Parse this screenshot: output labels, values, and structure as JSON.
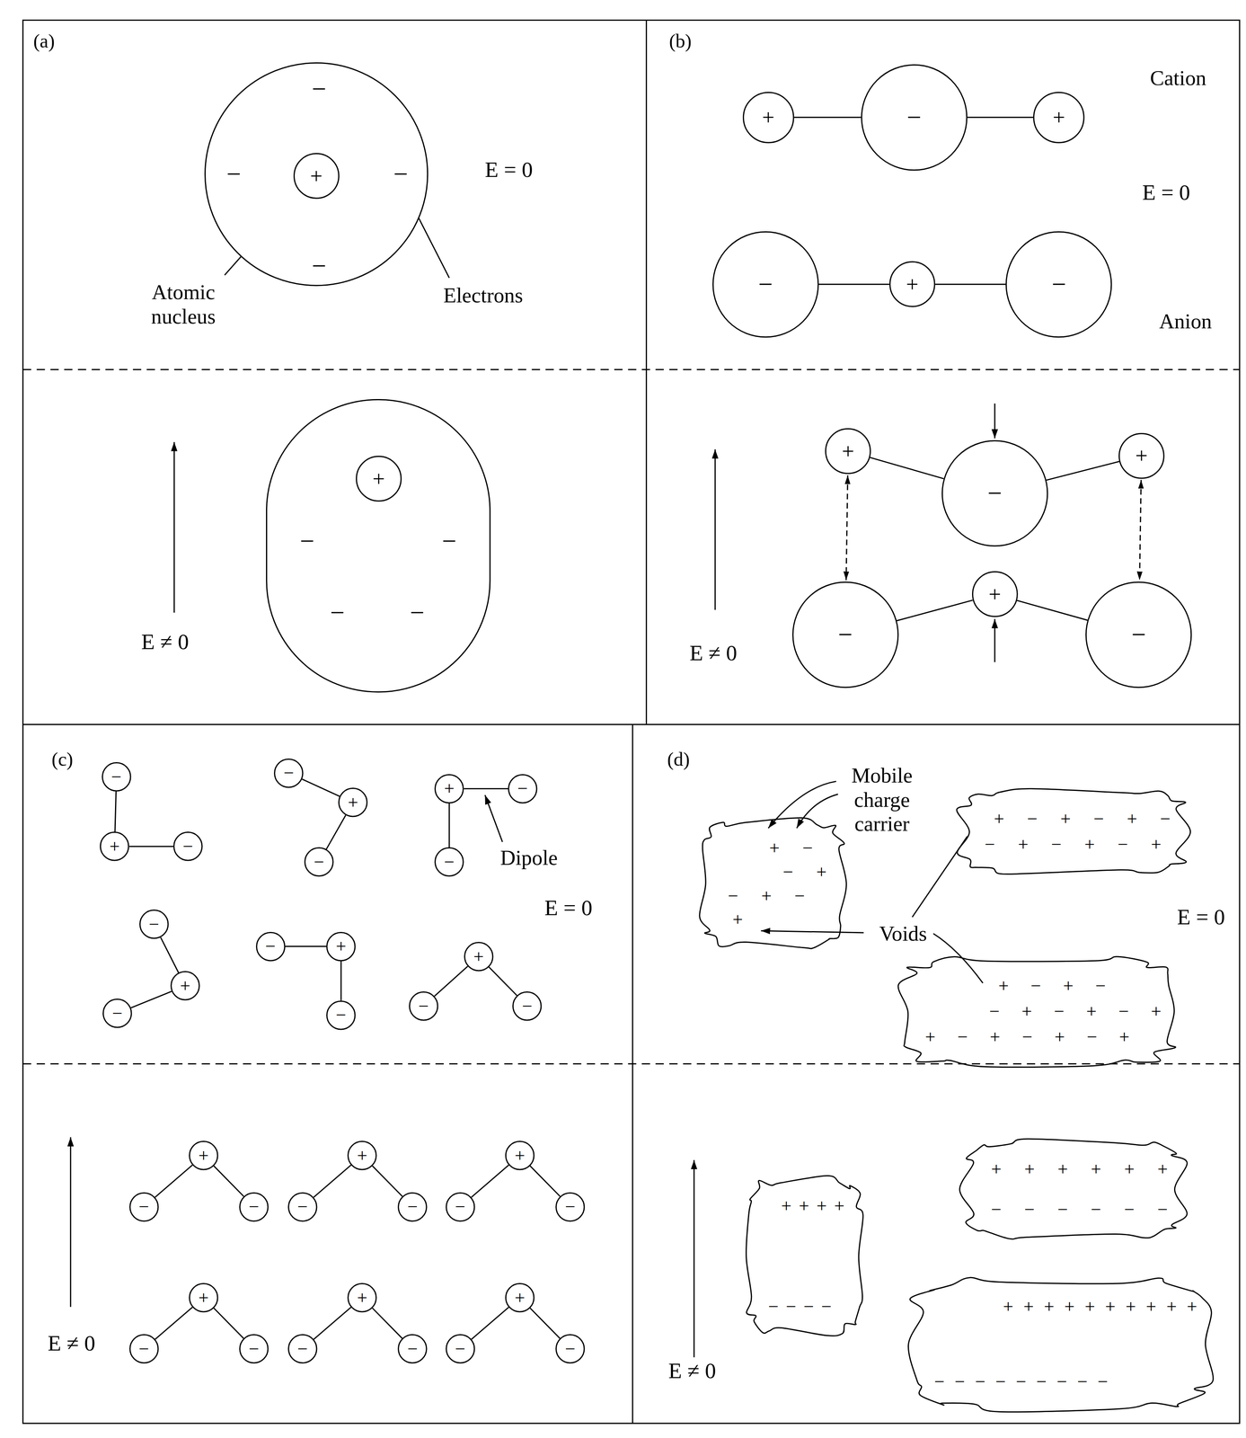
{
  "diagram": {
    "nodes": [
      {
        "text": [
          "−",
          "−",
          "−",
          "−"
        ]
      },
      {
        "text": [
          "+"
        ],
        "in": 0
      },
      {
        "text": [
          "−",
          "−",
          "−",
          "−"
        ]
      },
      {
        "text": [
          "+"
        ],
        "in": 2
      },
      {
        "text": [
          "+"
        ]
      },
      {
        "text": [
          "−"
        ]
      },
      {
        "text": [
          "+"
        ]
      },
      {
        "text": [
          "−"
        ]
      },
      {
        "text": [
          "+"
        ]
      },
      {
        "text": [
          "−"
        ]
      },
      {
        "text": [
          "+"
        ]
      },
      {
        "text": [
          "−"
        ]
      },
      {
        "text": [
          "+"
        ]
      },
      {
        "text": [
          "−"
        ]
      },
      {
        "text": [
          "+"
        ]
      },
      {
        "text": [
          "−"
        ]
      },
      {
        "text": [
          "−"
        ]
      },
      {
        "text": [
          "+"
        ]
      },
      {
        "text": [
          "−"
        ]
      },
      {
        "text": [
          "−"
        ]
      },
      {
        "text": [
          "+"
        ]
      },
      {
        "text": [
          "−"
        ]
      },
      {
        "text": [
          "+"
        ]
      },
      {
        "text": [
          "−"
        ]
      },
      {
        "text": [
          "−"
        ]
      },
      {
        "text": [
          "−"
        ]
      },
      {
        "text": [
          "+"
        ]
      },
      {
        "text": [
          "−"
        ]
      },
      {
        "text": [
          "−"
        ]
      },
      {
        "text": [
          "+"
        ]
      },
      {
        "text": [
          "−"
        ]
      },
      {
        "text": [
          "+"
        ]
      },
      {
        "text": [
          "−"
        ]
      },
      {
        "text": [
          "−"
        ]
      },
      {
        "text": [
          "+"
        ]
      },
      {
        "text": [
          "−"
        ]
      },
      {
        "text": [
          "−"
        ]
      },
      {
        "text": [
          "+"
        ]
      },
      {
        "text": [
          "−"
        ]
      },
      {
        "text": [
          "−"
        ]
      },
      {
        "text": [
          "+"
        ]
      },
      {
        "text": [
          "−"
        ]
      },
      {
        "text": [
          "−"
        ]
      },
      {
        "text": [
          "+"
        ]
      },
      {
        "text": [
          "−"
        ]
      },
      {
        "text": [
          "−"
        ]
      },
      {
        "text": [
          "+"
        ]
      },
      {
        "text": [
          "−"
        ]
      },
      {
        "text": [
          "−"
        ]
      },
      {
        "text": [
          "+"
        ]
      },
      {
        "text": [
          "−"
        ]
      },
      {
        "text": [
          "−"
        ]
      },
      {
        "text": [
          "+ −",
          "− +",
          "− + −",
          "+"
        ]
      },
      {
        "text": [
          "+ − + − + −",
          "− + − + − +"
        ]
      },
      {
        "text": [
          "+ − + −",
          "− + − + − +",
          "+ − + − + − +"
        ]
      },
      {
        "text": [
          "+ + + +",
          "− − − −"
        ]
      },
      {
        "text": [
          "+ + + + + +",
          "− − − − − −"
        ]
      },
      {
        "text": [
          "+ + + + + + + + + +",
          "− − − − − − − − −"
        ]
      }
    ],
    "edges": [
      {
        "from": 4,
        "to": 5,
        "arrow": "none"
      },
      {
        "from": 5,
        "to": 6,
        "arrow": "none"
      },
      {
        "from": 7,
        "to": 8,
        "arrow": "none"
      },
      {
        "from": 8,
        "to": 9,
        "arrow": "none"
      },
      {
        "from": 10,
        "to": 11,
        "arrow": "none"
      },
      {
        "from": 11,
        "to": 12,
        "arrow": "none"
      },
      {
        "from": 13,
        "to": 14,
        "arrow": "none"
      },
      {
        "from": 14,
        "to": 15,
        "arrow": "none"
      },
      {
        "from": 10,
        "to": 13,
        "arrow": "both"
      },
      {
        "from": 12,
        "to": 15,
        "arrow": "both"
      },
      {
        "from": 17,
        "to": 16,
        "arrow": "none"
      },
      {
        "from": 17,
        "to": 18,
        "arrow": "none"
      },
      {
        "from": 20,
        "to": 19,
        "arrow": "none"
      },
      {
        "from": 20,
        "to": 21,
        "arrow": "none"
      },
      {
        "from": 22,
        "to": 23,
        "arrow": "none"
      },
      {
        "from": 22,
        "to": 24,
        "arrow": "none"
      },
      {
        "from": 26,
        "to": 25,
        "arrow": "none"
      },
      {
        "from": 26,
        "to": 27,
        "arrow": "none"
      },
      {
        "from": 29,
        "to": 28,
        "arrow": "none"
      },
      {
        "from": 29,
        "to": 30,
        "arrow": "none"
      },
      {
        "from": 31,
        "to": 32,
        "arrow": "none"
      },
      {
        "from": 31,
        "to": 33,
        "arrow": "none"
      },
      {
        "from": 34,
        "to": 35,
        "arrow": "none"
      },
      {
        "from": 34,
        "to": 36,
        "arrow": "none"
      },
      {
        "from": 37,
        "to": 38,
        "arrow": "none"
      },
      {
        "from": 37,
        "to": 39,
        "arrow": "none"
      },
      {
        "from": 40,
        "to": 41,
        "arrow": "none"
      },
      {
        "from": 40,
        "to": 42,
        "arrow": "none"
      },
      {
        "from": 43,
        "to": 44,
        "arrow": "none"
      },
      {
        "from": 43,
        "to": 45,
        "arrow": "none"
      },
      {
        "from": 46,
        "to": 47,
        "arrow": "none"
      },
      {
        "from": 46,
        "to": 48,
        "arrow": "none"
      },
      {
        "from": 49,
        "to": 50,
        "arrow": "none"
      },
      {
        "from": 49,
        "to": 51,
        "arrow": "none"
      }
    ],
    "labels": [
      "(a)",
      "E = 0",
      "Atomic nucleus",
      "Electrons",
      "E ≠ 0",
      "(b)",
      "Cation",
      "E = 0",
      "Anion",
      "E ≠ 0",
      "(c)",
      "Dipole",
      "E = 0",
      "E ≠ 0",
      "(d)",
      "Mobile charge carrier",
      "Voids",
      "E = 0",
      "E ≠ 0"
    ]
  }
}
